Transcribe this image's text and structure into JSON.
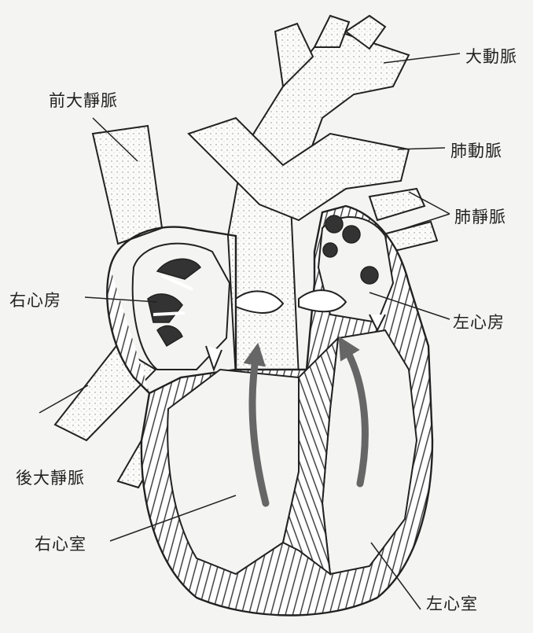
{
  "labels": {
    "aorta": "大動脈",
    "pulmonary_artery": "肺動脈",
    "pulmonary_vein": "肺靜脈",
    "left_atrium": "左心房",
    "left_ventricle": "左心室",
    "superior_vena_cava": "前大靜脈",
    "right_atrium": "右心房",
    "inferior_vena_cava": "後大靜脈",
    "right_ventricle": "右心室"
  },
  "colors": {
    "ink": "#222222",
    "muscle_fill": "#ffffff",
    "paper": "#f4f4f2",
    "flow_arrow": "#666666",
    "valve_dark": "#333333"
  }
}
